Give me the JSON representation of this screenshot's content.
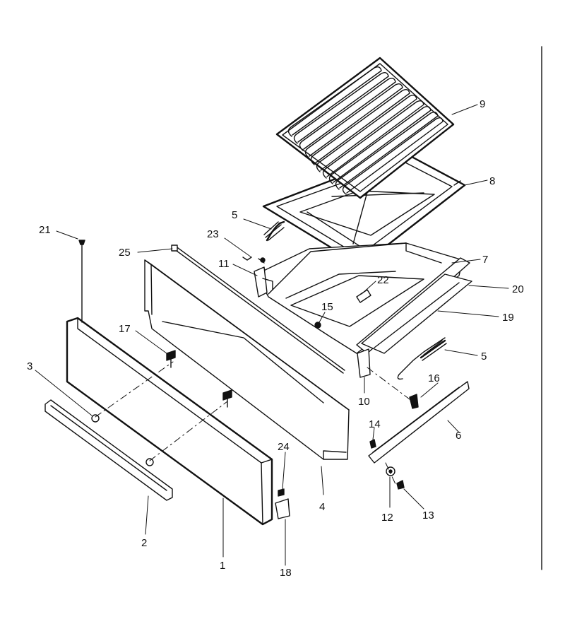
{
  "diagram": {
    "callouts": [
      {
        "id": "c1",
        "text": "1"
      },
      {
        "id": "c2",
        "text": "2"
      },
      {
        "id": "c3",
        "text": "3"
      },
      {
        "id": "c4",
        "text": "4"
      },
      {
        "id": "c5a",
        "text": "5"
      },
      {
        "id": "c5b",
        "text": "5"
      },
      {
        "id": "c6",
        "text": "6"
      },
      {
        "id": "c7",
        "text": "7"
      },
      {
        "id": "c8",
        "text": "8"
      },
      {
        "id": "c9",
        "text": "9"
      },
      {
        "id": "c10",
        "text": "10"
      },
      {
        "id": "c11",
        "text": "11"
      },
      {
        "id": "c12",
        "text": "12"
      },
      {
        "id": "c13",
        "text": "13"
      },
      {
        "id": "c14",
        "text": "14"
      },
      {
        "id": "c15",
        "text": "15"
      },
      {
        "id": "c16",
        "text": "16"
      },
      {
        "id": "c17",
        "text": "17"
      },
      {
        "id": "c18",
        "text": "18"
      },
      {
        "id": "c19",
        "text": "19"
      },
      {
        "id": "c20",
        "text": "20"
      },
      {
        "id": "c21",
        "text": "21"
      },
      {
        "id": "c22",
        "text": "22"
      },
      {
        "id": "c23",
        "text": "23"
      },
      {
        "id": "c24",
        "text": "24"
      },
      {
        "id": "c25",
        "text": "25"
      }
    ]
  }
}
